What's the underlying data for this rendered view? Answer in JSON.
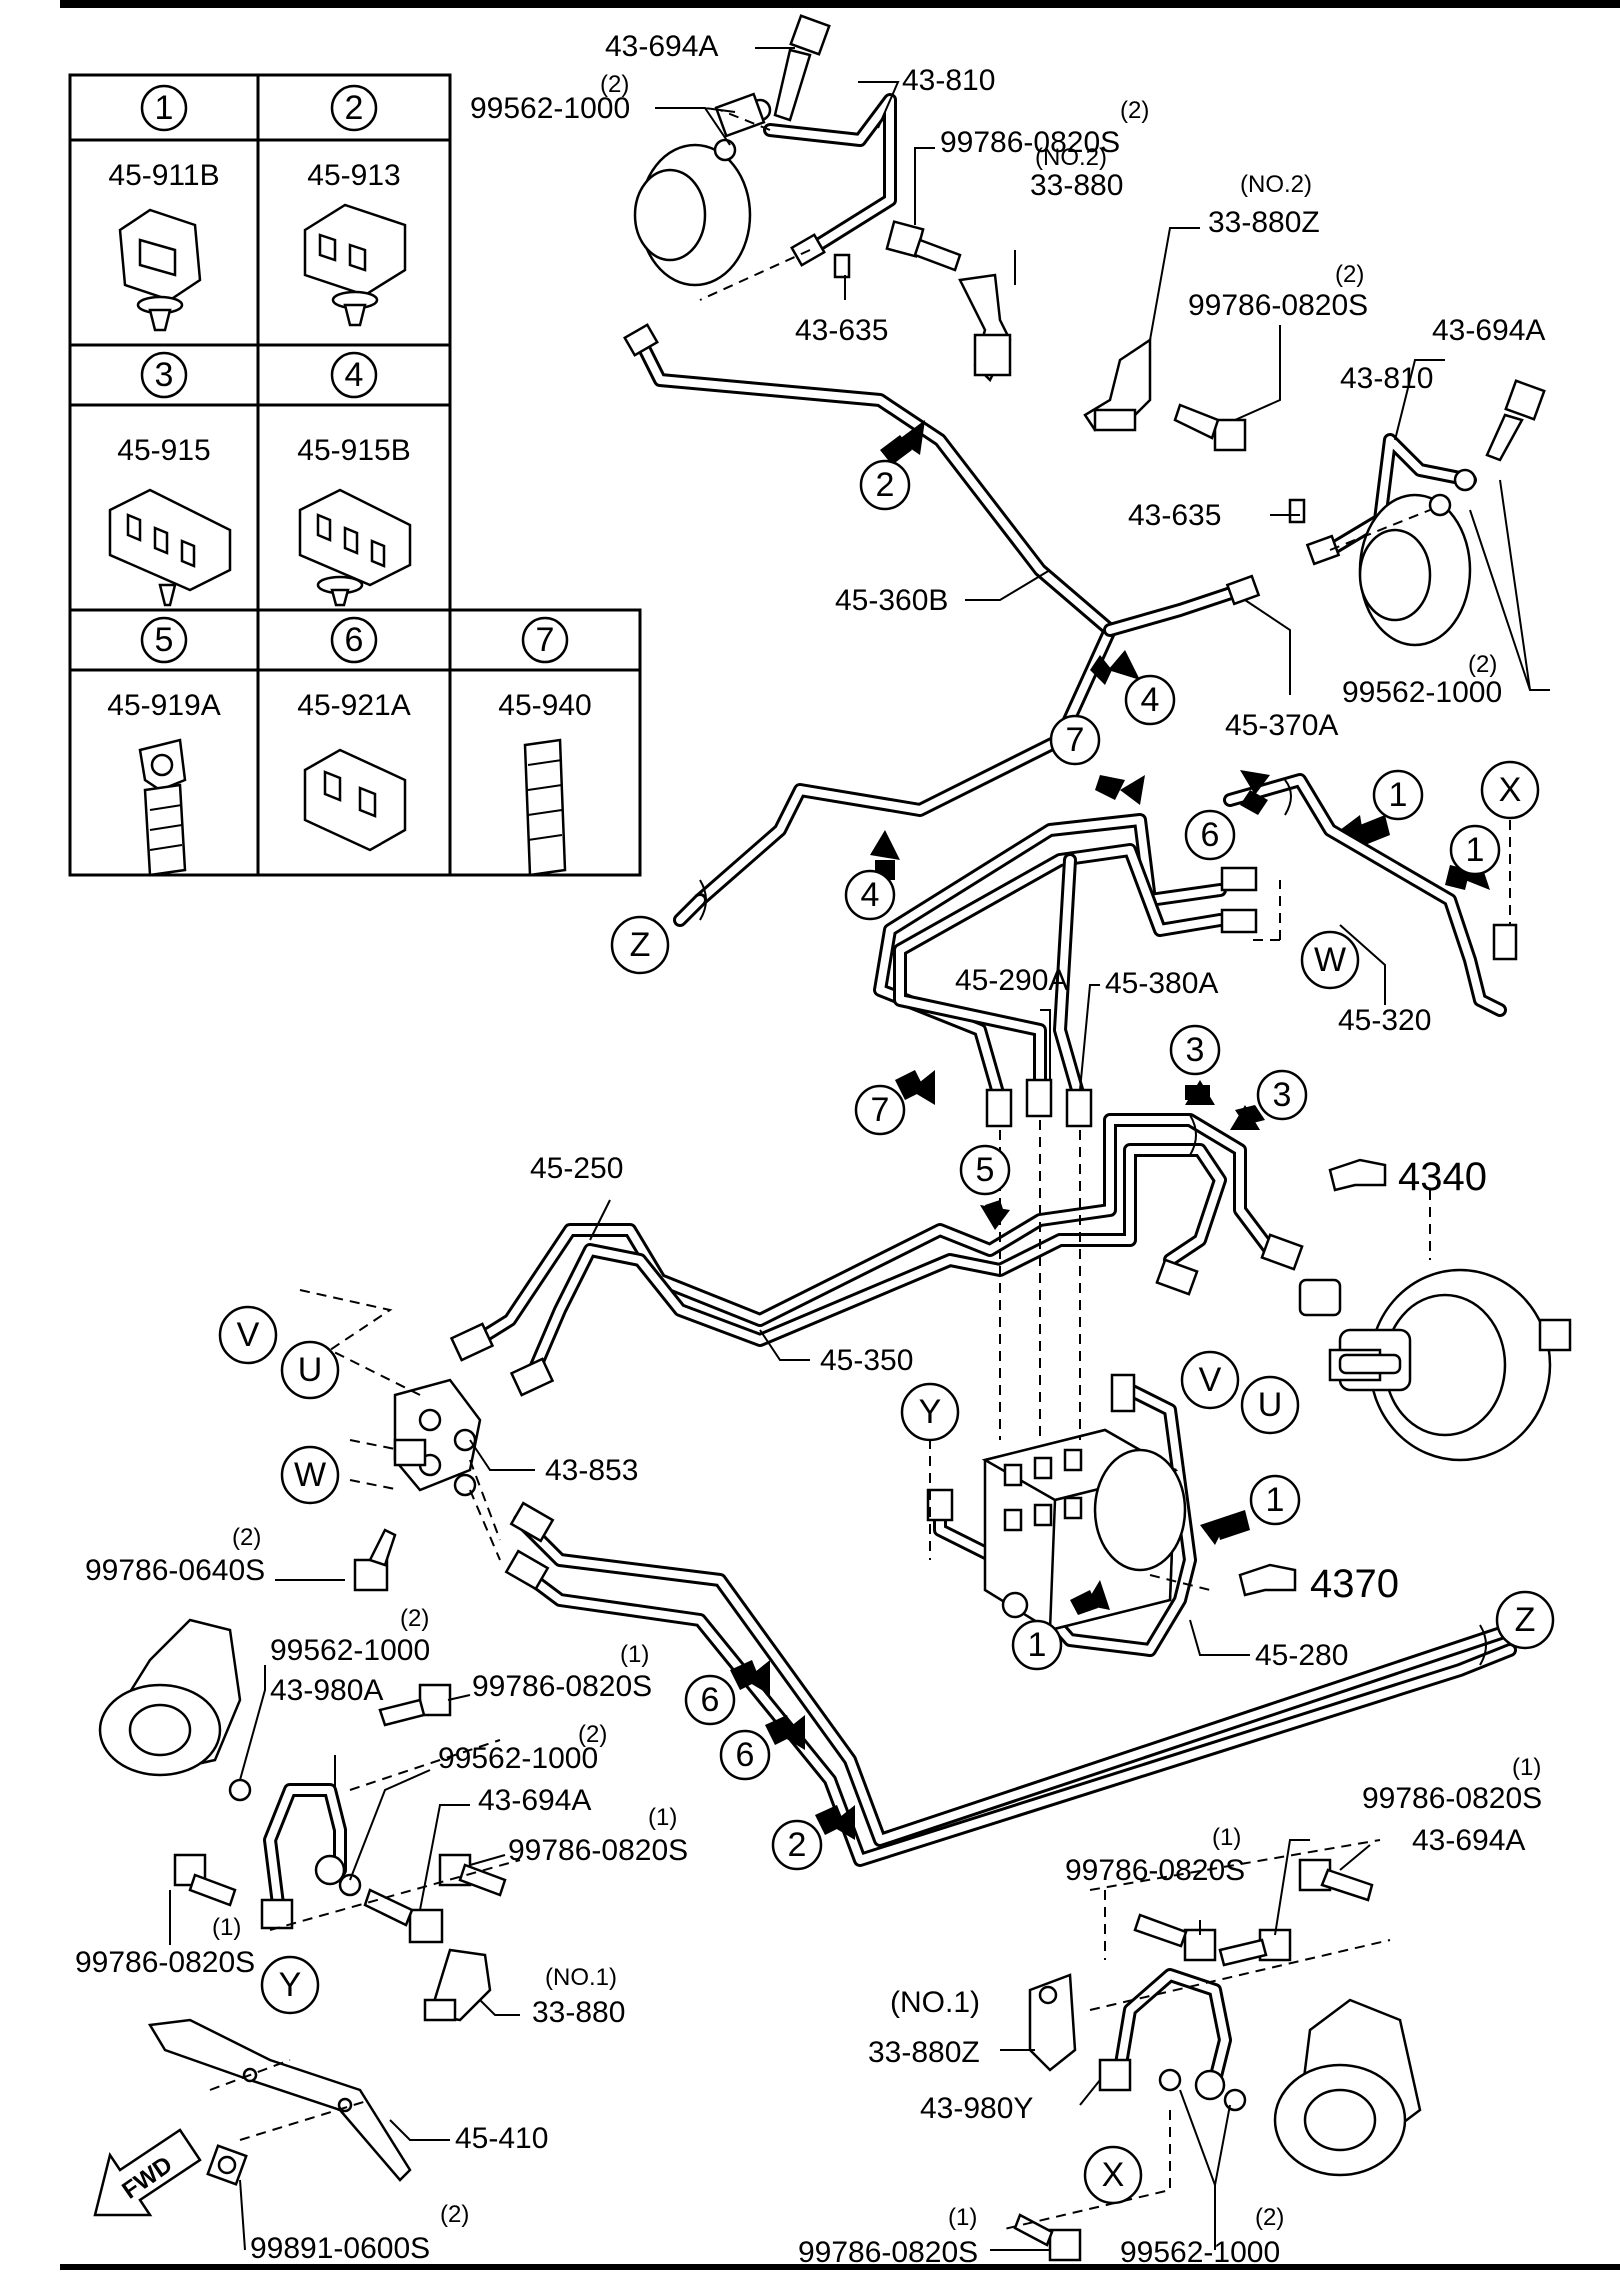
{
  "legend": {
    "cells": [
      {
        "num": "1",
        "part": "45-911B"
      },
      {
        "num": "2",
        "part": "45-913"
      },
      {
        "num": "3",
        "part": "45-915"
      },
      {
        "num": "4",
        "part": "45-915B"
      },
      {
        "num": "5",
        "part": "45-919A"
      },
      {
        "num": "6",
        "part": "45-921A"
      },
      {
        "num": "7",
        "part": "45-940"
      }
    ]
  },
  "labels": {
    "p43_694A_top": "43-694A",
    "p43_810_top": "43-810",
    "p99562_top_qty": "(2)",
    "p99562_top": "99562-1000",
    "p99786_top_qty": "(2)",
    "p99786_top": "99786-0820S",
    "p33_880_no2_qual": "(NO.2)",
    "p33_880_no2": "33-880",
    "p33_880Z_no2_qual": "(NO.2)",
    "p33_880Z_no2": "33-880Z",
    "p43_635_top": "43-635",
    "p99786_mid_qty": "(2)",
    "p99786_mid": "99786-0820S",
    "p43_694A_right": "43-694A",
    "p43_810_right": "43-810",
    "p43_635_right": "43-635",
    "p45_360B": "45-360B",
    "p99562_right_qty": "(2)",
    "p99562_right": "99562-1000",
    "p45_370A": "45-370A",
    "p45_290A": "45-290A",
    "p45_380A": "45-380A",
    "p45_320": "45-320",
    "p45_250": "45-250",
    "p45_350": "45-350",
    "p4340": "4340",
    "p43_853": "43-853",
    "p99786_0640_qty": "(2)",
    "p99786_0640": "99786-0640S",
    "p4370": "4370",
    "p45_280": "45-280",
    "p99562_left_qty": "(2)",
    "p99562_left": "99562-1000",
    "p43_980A": "43-980A",
    "p99786_l1_qty": "(1)",
    "p99786_l1": "99786-0820S",
    "p99562_l2_qty": "(2)",
    "p99562_l2": "99562-1000",
    "p43_694A_left": "43-694A",
    "p99786_l2_qty": "(1)",
    "p99786_l2": "99786-0820S",
    "p99786_l3_qty": "(1)",
    "p99786_l3": "99786-0820S",
    "p33_880_no1_qual": "(NO.1)",
    "p33_880_no1": "33-880",
    "p45_410": "45-410",
    "p99891_qty": "(2)",
    "p99891": "99891-0600S",
    "fwd": "FWD",
    "p99786_r1_qty": "(1)",
    "p99786_r1": "99786-0820S",
    "p43_694A_br": "43-694A",
    "p99786_r2_qty": "(1)",
    "p99786_r2": "99786-0820S",
    "p33_880Z_no1_qual": "(NO.1)",
    "p33_880Z_no1": "33-880Z",
    "p43_980Y": "43-980Y",
    "p99786_r3_qty": "(1)",
    "p99786_r3": "99786-0820S",
    "p99562_r_qty": "(2)",
    "p99562_r": "99562-1000"
  },
  "markers": {
    "X": "X",
    "Y": "Y",
    "Z": "Z",
    "W": "W",
    "V": "V",
    "U": "U",
    "n1": "1",
    "n2": "2",
    "n3": "3",
    "n4": "4",
    "n5": "5",
    "n6": "6",
    "n7": "7"
  }
}
